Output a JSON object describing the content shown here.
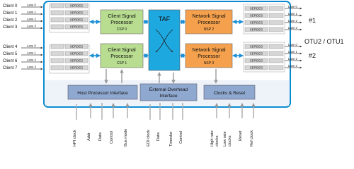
{
  "clients": [
    "Client 0",
    "Client 1",
    "Client 2",
    "Client 3",
    "Client 4",
    "Client 5",
    "Client 6",
    "Client 7"
  ],
  "lanes": [
    "Lane 0",
    "Lane 1",
    "Lane 2",
    "Lane 3"
  ],
  "serdes": "SERDES",
  "csp0": {
    "line1": "Client Signal",
    "line2": "Processor",
    "id": "CSP 0"
  },
  "csp1": {
    "line1": "Client Signal",
    "line2": "Processor",
    "id": "CSP 1"
  },
  "nsp2": {
    "line1": "Network Signal",
    "line2": "Processor",
    "id": "NSP 2"
  },
  "nsp3": {
    "line1": "Network Signal",
    "line2": "Processor",
    "id": "NSP 3"
  },
  "taf": "TAF",
  "host": "Host Processor Interface",
  "eoh": {
    "line1": "External Overhead",
    "line2": "Interface"
  },
  "clocks": "Clocks & Reset",
  "side": {
    "g1": "#1",
    "otu": "OTU2 / OTU1",
    "g2": "#2"
  },
  "bottom": {
    "hpi_clock": "HPI clock",
    "addr": "Addr",
    "data": "Data",
    "control": "Control",
    "bus_mode": "Bus mode",
    "eoi_clock": "EOI clock",
    "data2": "Data",
    "timeslot": "Timeslot",
    "control2": "Control",
    "high_rate1": "High rate",
    "high_rate2": "clocks",
    "low_rate1": "Low rate",
    "low_rate2": "clocks",
    "reset": "Reset",
    "ref_clock": "Ref clock"
  },
  "colors": {
    "client": "#b8dd90",
    "network": "#f4a04c",
    "taf": "#1ea8e0",
    "iface": "#8fa8cf",
    "serdes": "#d6d6d6",
    "frame": "#0a8ad0"
  }
}
